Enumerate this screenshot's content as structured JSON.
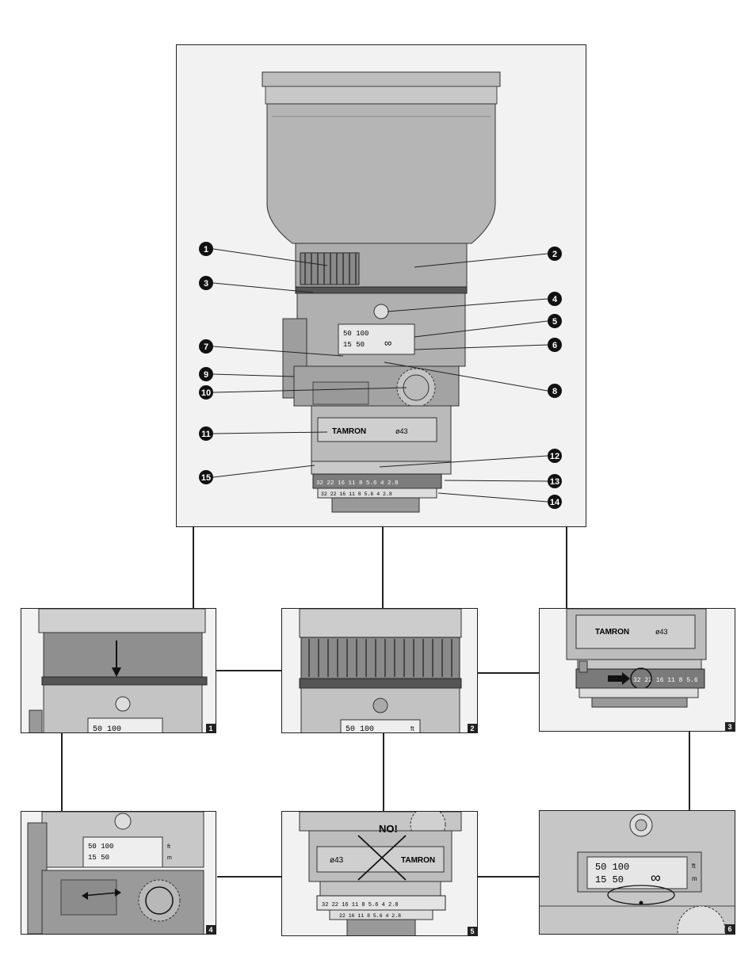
{
  "main_figure": {
    "callouts": [
      "1",
      "2",
      "3",
      "4",
      "5",
      "6",
      "7",
      "8",
      "9",
      "10",
      "11",
      "12",
      "13",
      "14",
      "15"
    ],
    "brand": "TAMRON",
    "filter_size": "ø43",
    "distance_scale_ft": "50 100",
    "distance_scale_m": "15 50",
    "infinity": "∞",
    "aperture_scale": "32 22 16 11 8 5.6 4 2.8",
    "sub_scale": "32 22 16 11 8 5.6 4 2.8"
  },
  "panels": {
    "p1": {
      "number": "1",
      "scale": "50 100"
    },
    "p2": {
      "number": "2",
      "scale": "50 100",
      "unit": "ft"
    },
    "p3": {
      "number": "3",
      "brand": "TAMRON",
      "filter_size": "ø43",
      "aperture_scale": "32 22 16 11 8 5.6"
    },
    "p4": {
      "number": "4",
      "scale_ft": "50 100",
      "scale_m": "15 50",
      "unit_ft": "ft",
      "unit_m": "m"
    },
    "p5": {
      "number": "5",
      "warning": "NO!",
      "brand_left": "ø43",
      "brand_right": "TAMRON",
      "aperture_scale": "32 22 16 11 8 5.6 4 2.8",
      "sub_scale": "22 16 11 8 5.6 4 2.8"
    },
    "p6": {
      "number": "6",
      "scale_ft": "50 100",
      "scale_m": "15 50",
      "unit_ft": "ft",
      "unit_m": "m",
      "infinity": "∞"
    }
  }
}
